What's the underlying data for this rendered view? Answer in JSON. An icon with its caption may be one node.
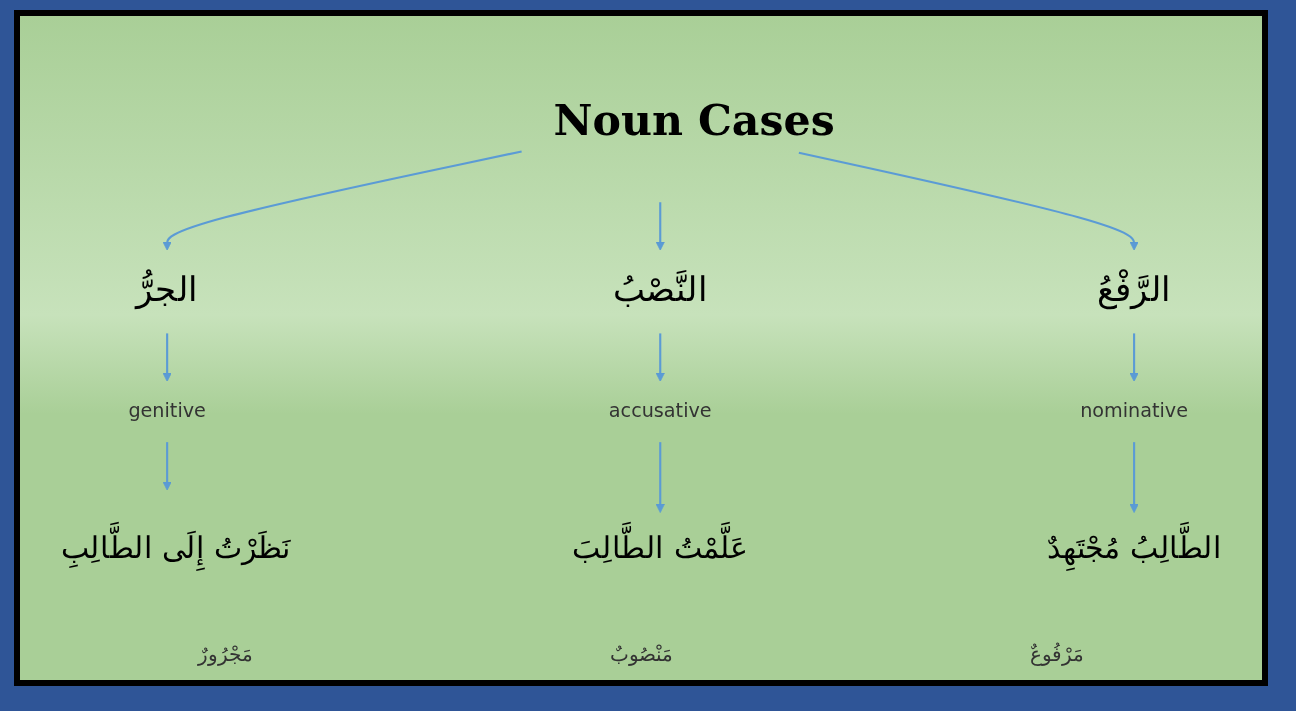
{
  "diagram": {
    "nodes": [
      {
        "text": [
          "Noun Cases"
        ]
      },
      {
        "text": [
          "الجرُّ"
        ]
      },
      {
        "text": [
          "النَّصْبُ"
        ]
      },
      {
        "text": [
          "الرَّفْعُ"
        ]
      },
      {
        "text": [
          "genitive"
        ]
      },
      {
        "text": [
          "accusative"
        ]
      },
      {
        "text": [
          "nominative"
        ]
      },
      {
        "text": [
          "نَظَرْتُ إِلَى الطَّالِبِ"
        ]
      },
      {
        "text": [
          "عَلَّمْتُ الطَّالِبَ"
        ]
      },
      {
        "text": [
          "الطَّالِبُ مُجْتَهِدٌ"
        ]
      }
    ],
    "edges": [
      {
        "from": 0,
        "to": 1,
        "arrow": "to"
      },
      {
        "from": 0,
        "to": 2,
        "arrow": "to"
      },
      {
        "from": 0,
        "to": 3,
        "arrow": "to"
      },
      {
        "from": 1,
        "to": 4,
        "arrow": "to"
      },
      {
        "from": 2,
        "to": 5,
        "arrow": "to"
      },
      {
        "from": 3,
        "to": 6,
        "arrow": "to"
      },
      {
        "from": 4,
        "to": 7,
        "arrow": "to"
      },
      {
        "from": 5,
        "to": 8,
        "arrow": "to"
      },
      {
        "from": 6,
        "to": 9,
        "arrow": "to"
      }
    ],
    "labels": [
      "مَجْرُورٌ",
      "مَنْصُوبٌ",
      "مَرْفُوعٌ"
    ]
  }
}
